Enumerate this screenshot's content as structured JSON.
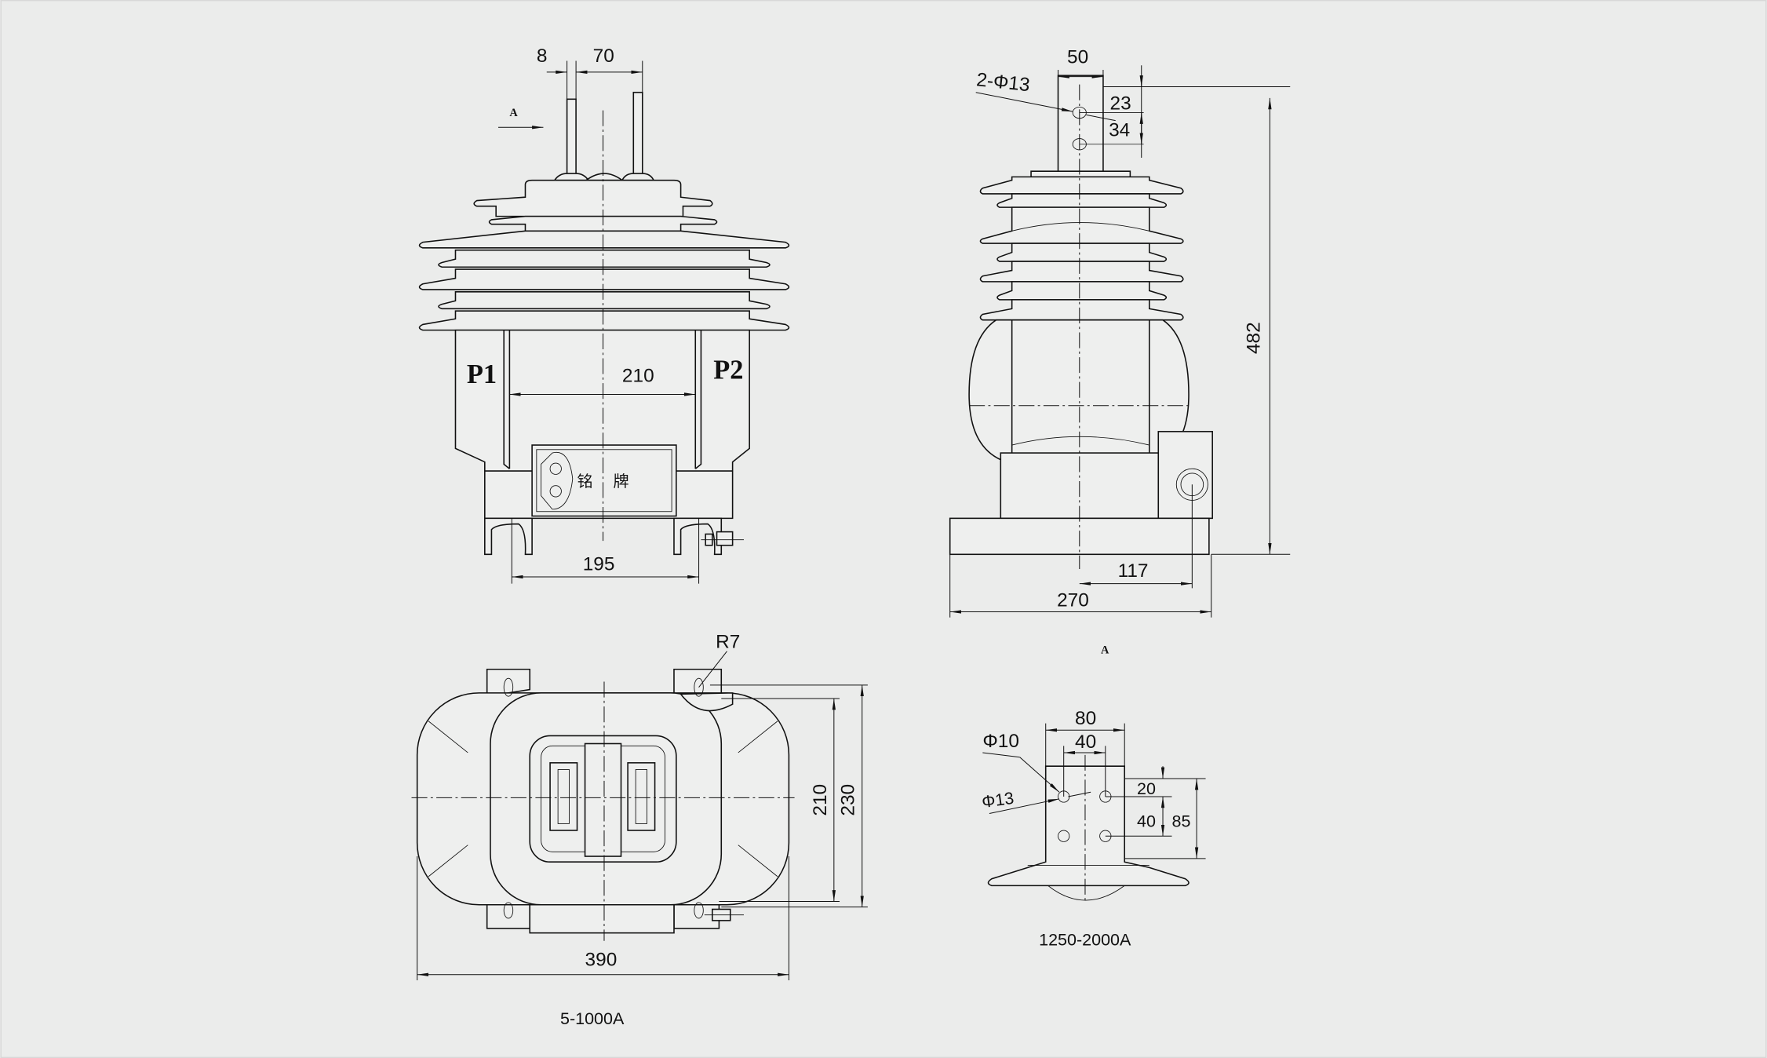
{
  "drawing": {
    "front_view": {
      "dim_terminal_width": "8",
      "dim_terminal_spacing": "70",
      "dim_inner_width": "210",
      "dim_mount_spacing": "195",
      "label_p1": "P1",
      "label_p2": "P2",
      "view_marker": "A",
      "nameplate_char1": "铭",
      "nameplate_char2": "牌"
    },
    "side_view": {
      "dim_tab_width": "50",
      "dim_hole_label": "2-Φ13",
      "dim_top_offset": "23",
      "dim_hole_spacing": "34",
      "dim_height": "482",
      "dim_lug_offset": "117",
      "dim_base_length": "270",
      "view_marker": "A"
    },
    "top_view": {
      "dim_radius": "R7",
      "dim_inner_depth": "210",
      "dim_outer_depth": "230",
      "dim_width": "390",
      "caption": "5-1000A"
    },
    "terminal_view": {
      "dim_tab_width": "80",
      "dim_hole_spacing_x": "40",
      "dim_small_hole": "Φ10",
      "dim_large_hole": "Φ13",
      "dim_top_offset": "20",
      "dim_hole_spacing_y": "40",
      "dim_total": "85",
      "caption": "1250-2000A"
    }
  },
  "colors": {
    "background": "#ebeceb",
    "line": "#111111"
  }
}
